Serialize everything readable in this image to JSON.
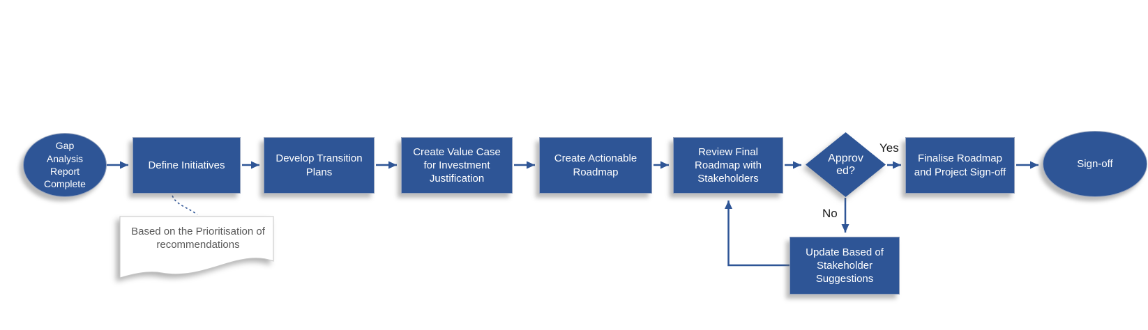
{
  "diagram": {
    "type": "flowchart",
    "nodes": {
      "start": {
        "label": "Gap Analysis Report Complete",
        "shape": "terminator"
      },
      "define": {
        "label": "Define Initiatives",
        "shape": "process"
      },
      "develop": {
        "label": "Develop Transition Plans",
        "shape": "process"
      },
      "value_case": {
        "label": "Create Value Case for Investment Justification",
        "shape": "process"
      },
      "actionable": {
        "label": "Create Actionable Roadmap",
        "shape": "process"
      },
      "review": {
        "label": "Review Final Roadmap with Stakeholders",
        "shape": "process"
      },
      "decision": {
        "label": "Approv\ned?",
        "shape": "decision"
      },
      "finalise": {
        "label": "Finalise Roadmap and Project Sign-off",
        "shape": "process"
      },
      "signoff": {
        "label": "Sign-off",
        "shape": "terminator"
      },
      "update": {
        "label": "Update Based of Stakeholder Suggestions",
        "shape": "process"
      },
      "annotation": {
        "label": "Based on the Prioritisation of recommendations",
        "shape": "document-note"
      }
    },
    "edge_labels": {
      "yes": "Yes",
      "no": "No"
    },
    "connections": [
      {
        "from": "start",
        "to": "define"
      },
      {
        "from": "define",
        "to": "develop"
      },
      {
        "from": "develop",
        "to": "value_case"
      },
      {
        "from": "value_case",
        "to": "actionable"
      },
      {
        "from": "actionable",
        "to": "review"
      },
      {
        "from": "review",
        "to": "decision"
      },
      {
        "from": "decision",
        "to": "finalise",
        "label": "Yes"
      },
      {
        "from": "finalise",
        "to": "signoff"
      },
      {
        "from": "decision",
        "to": "update",
        "label": "No"
      },
      {
        "from": "update",
        "to": "review"
      },
      {
        "from": "define",
        "to": "annotation",
        "style": "dashed"
      }
    ],
    "colors": {
      "node_fill": "#2e5596",
      "node_text": "#ffffff",
      "connector": "#2e5596",
      "edge_label_text": "#1a1a1a",
      "annotation_text": "#595959",
      "background": "#ffffff"
    }
  }
}
